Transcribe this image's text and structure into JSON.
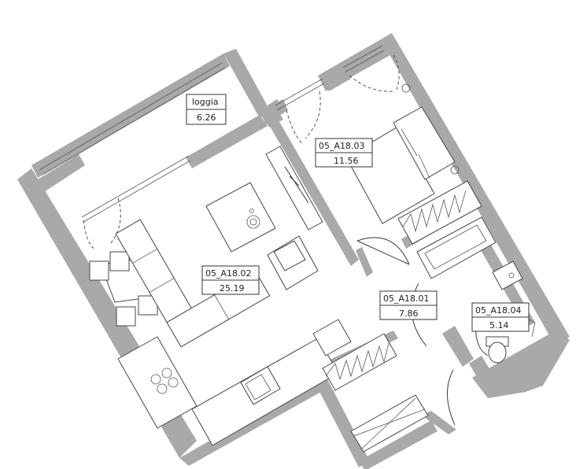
{
  "rooms": [
    {
      "code": "loggia",
      "area": "6.26"
    },
    {
      "code": "05_A18.03",
      "area": "11.56"
    },
    {
      "code": "05_A18.02",
      "area": "25.19"
    },
    {
      "code": "05_A18.01",
      "area": "7.86"
    },
    {
      "code": "05_A18.04",
      "area": "5.14"
    }
  ]
}
